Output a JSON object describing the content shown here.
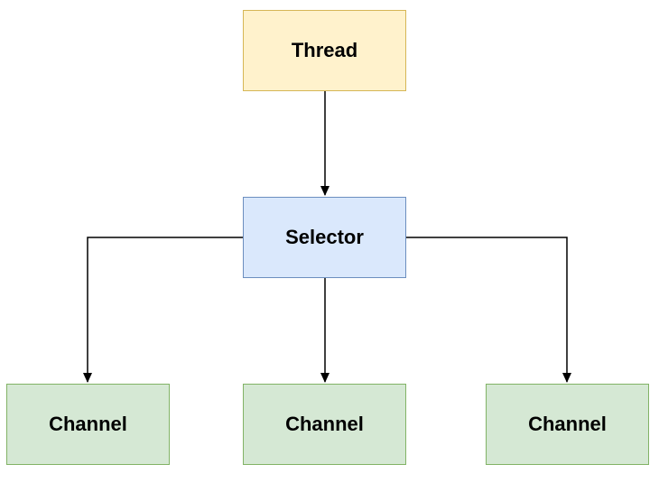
{
  "nodes": {
    "thread": {
      "label": "Thread",
      "fill": "#fff2cc",
      "stroke": "#d6b656"
    },
    "selector": {
      "label": "Selector",
      "fill": "#dae8fc",
      "stroke": "#6c8ebf"
    },
    "channels": [
      {
        "label": "Channel",
        "fill": "#d5e8d4",
        "stroke": "#82b366"
      },
      {
        "label": "Channel",
        "fill": "#d5e8d4",
        "stroke": "#82b366"
      },
      {
        "label": "Channel",
        "fill": "#d5e8d4",
        "stroke": "#82b366"
      }
    ]
  },
  "edges": [
    {
      "from": "thread",
      "to": "selector"
    },
    {
      "from": "selector",
      "to": "channel-left"
    },
    {
      "from": "selector",
      "to": "channel-center"
    },
    {
      "from": "selector",
      "to": "channel-right"
    }
  ],
  "edge_color": "#000000"
}
